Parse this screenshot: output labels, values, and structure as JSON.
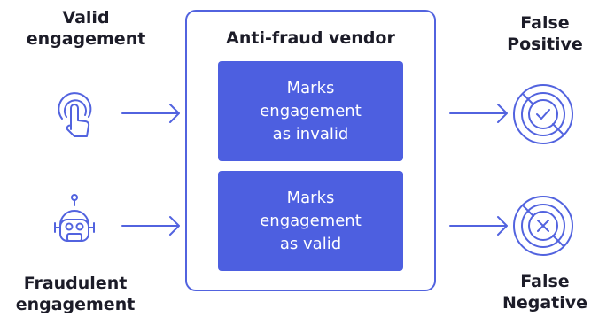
{
  "inputs": [
    {
      "line1": "Valid",
      "line2": "engagement",
      "icon": "touch-icon"
    },
    {
      "line1": "Fraudulent",
      "line2": "engagement",
      "icon": "robot-icon"
    }
  ],
  "vendor": {
    "title": "Anti-fraud vendor",
    "actions": [
      {
        "lines": [
          "Marks",
          "engagement",
          "as invalid"
        ]
      },
      {
        "lines": [
          "Marks",
          "engagement",
          "as valid"
        ]
      }
    ]
  },
  "outputs": [
    {
      "line1": "False",
      "line2": "Positive",
      "icon": "check-circle-icon"
    },
    {
      "line1": "False",
      "line2": "Negative",
      "icon": "x-circle-icon"
    }
  ],
  "colors": {
    "accent": "#5263df",
    "box_fill": "#4d5fe0",
    "text": "#1c1c28"
  }
}
